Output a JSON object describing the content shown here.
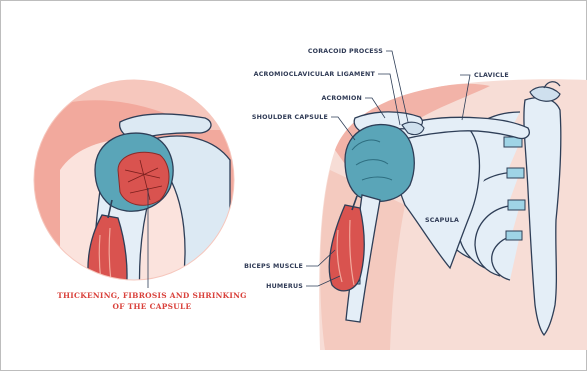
{
  "labels": {
    "coracoid_process": "CORACOID PROCESS",
    "acromioclavicular_ligament": "ACROMIOCLAVICULAR LIGAMENT",
    "acromion": "ACROMION",
    "shoulder_capsule": "SHOULDER CAPSULE",
    "clavicle": "CLAVICLE",
    "scapula": "SCAPULA",
    "biceps_muscle": "BICEPS MUSCLE",
    "humerus": "HUMERUS"
  },
  "caption": {
    "line1": "THICKENING, FIBROSIS AND SHRINKING",
    "line2": "OF THE CAPSULE"
  },
  "colors": {
    "label_text": "#2f3a55",
    "caption_text": "#d9413b",
    "skin": "#f7ddd6",
    "skin_dark": "#f2b3a8",
    "bone": "#e4eef7",
    "bone_outline": "#2e3e57",
    "capsule": "#5aa5b8",
    "muscle": "#d9534f",
    "cartilage": "#9fd4e6"
  }
}
